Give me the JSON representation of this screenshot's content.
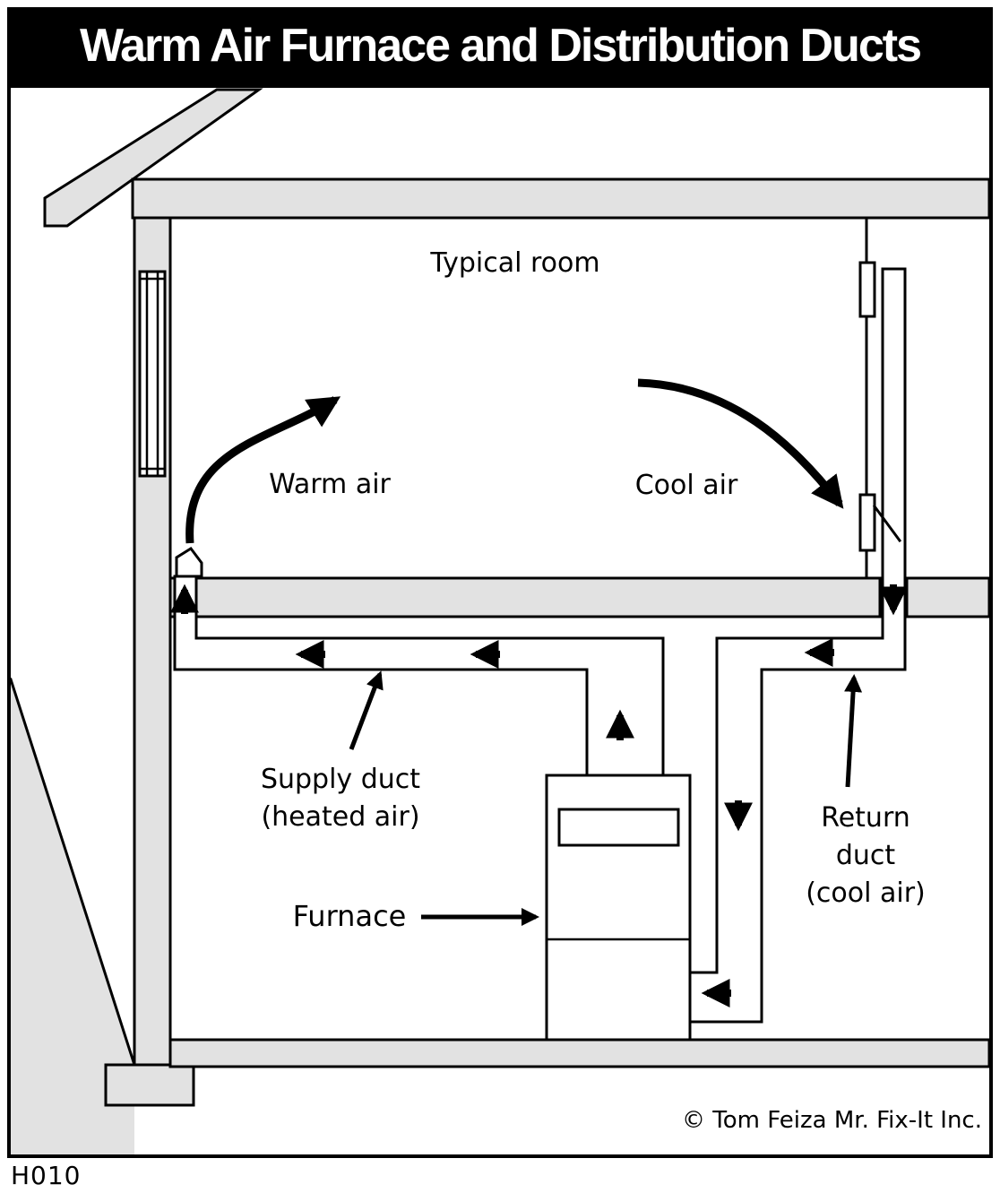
{
  "title": "Warm Air Furnace and Distribution Ducts",
  "figure_code": "H010",
  "copyright": "© Tom Feiza Mr. Fix-It Inc.",
  "labels": {
    "typical_room": "Typical room",
    "warm_air": "Warm air",
    "cool_air": "Cool air",
    "supply_duct_line1": "Supply duct",
    "supply_duct_line2": "(heated air)",
    "return_duct_line1": "Return",
    "return_duct_line2": "duct",
    "return_duct_line3": "(cool air)",
    "furnace": "Furnace"
  },
  "colors": {
    "title_bg": "#000000",
    "title_fg": "#ffffff",
    "wall_fill": "#e2e2e2",
    "line": "#000000",
    "paper": "#ffffff"
  }
}
